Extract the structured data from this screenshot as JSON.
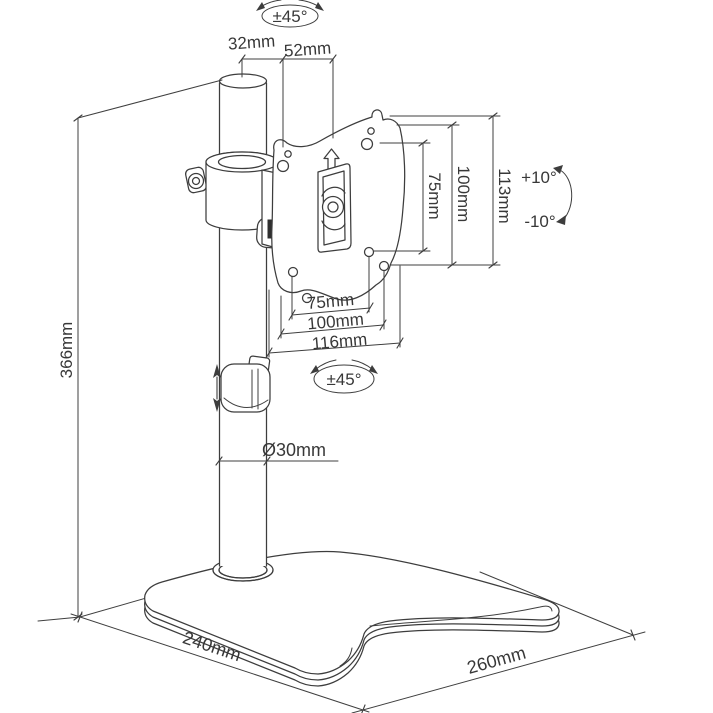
{
  "diagram": {
    "labels": {
      "swivel_top": "±45°",
      "dim_32": "32mm",
      "dim_52": "52mm",
      "vesa_vertical_75": "75mm",
      "vesa_vertical_100": "100mm",
      "dim_113": "113mm",
      "tilt_up": "+10°",
      "tilt_down": "-10°",
      "height_366": "366mm",
      "vesa_horizontal_75": "75mm",
      "vesa_horizontal_100": "100mm",
      "dim_116": "116mm",
      "swivel_mid": "±45°",
      "pole_diameter": "Ø30mm",
      "base_depth_240": "240mm",
      "base_width_260": "260mm"
    },
    "colors": {
      "line": "#3d3d3d",
      "text": "#383838",
      "background": "#ffffff"
    }
  }
}
